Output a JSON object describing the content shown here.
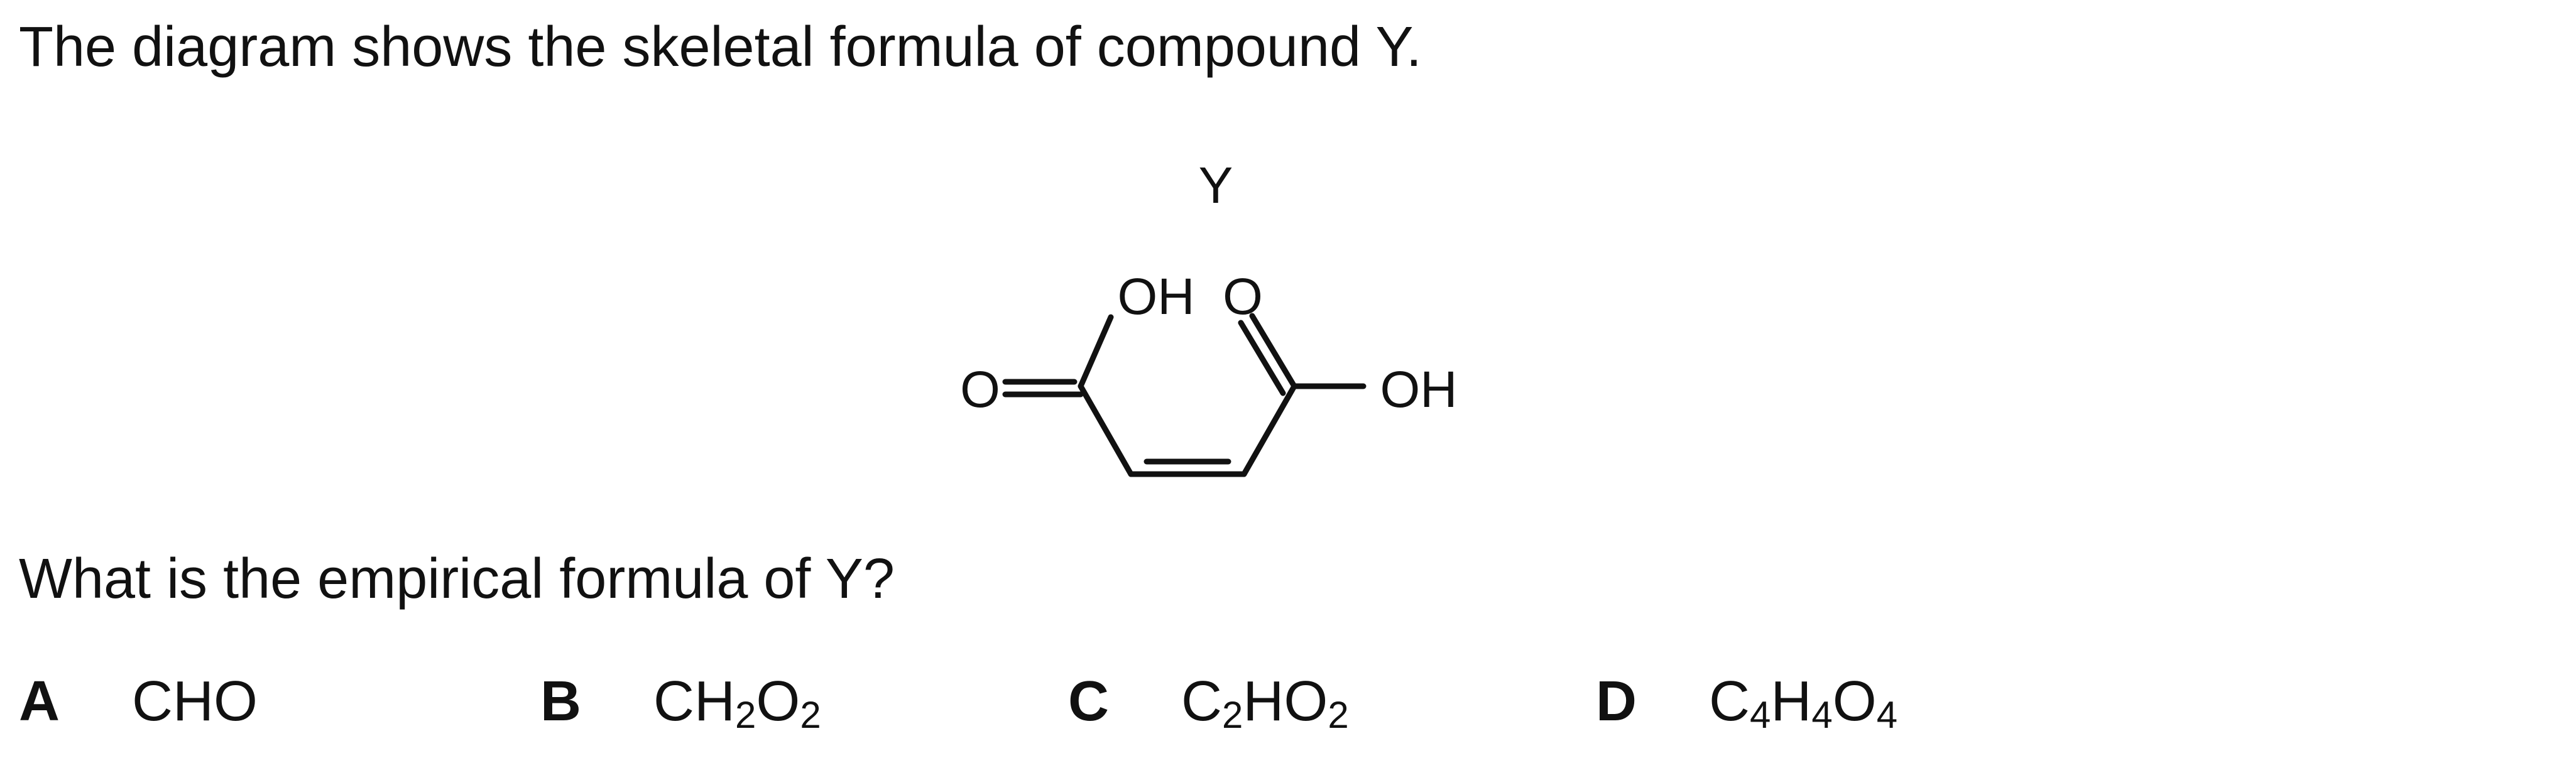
{
  "stem": "The diagram shows the skeletal formula of compound Y.",
  "diagram": {
    "label": "Y",
    "atoms": {
      "oh_top": "OH",
      "o_top": "O",
      "o_left": "O",
      "oh_right": "OH"
    }
  },
  "question": "What is the empirical formula of Y?",
  "options": [
    {
      "letter": "A",
      "formula": [
        {
          "t": "CHO"
        }
      ]
    },
    {
      "letter": "B",
      "formula": [
        {
          "t": "CH"
        },
        {
          "s": "2"
        },
        {
          "t": "O"
        },
        {
          "s": "2"
        }
      ]
    },
    {
      "letter": "C",
      "formula": [
        {
          "t": "C"
        },
        {
          "s": "2"
        },
        {
          "t": "HO"
        },
        {
          "s": "2"
        }
      ]
    },
    {
      "letter": "D",
      "formula": [
        {
          "t": "C"
        },
        {
          "s": "4"
        },
        {
          "t": "H"
        },
        {
          "s": "4"
        },
        {
          "t": "O"
        },
        {
          "s": "4"
        }
      ]
    }
  ]
}
